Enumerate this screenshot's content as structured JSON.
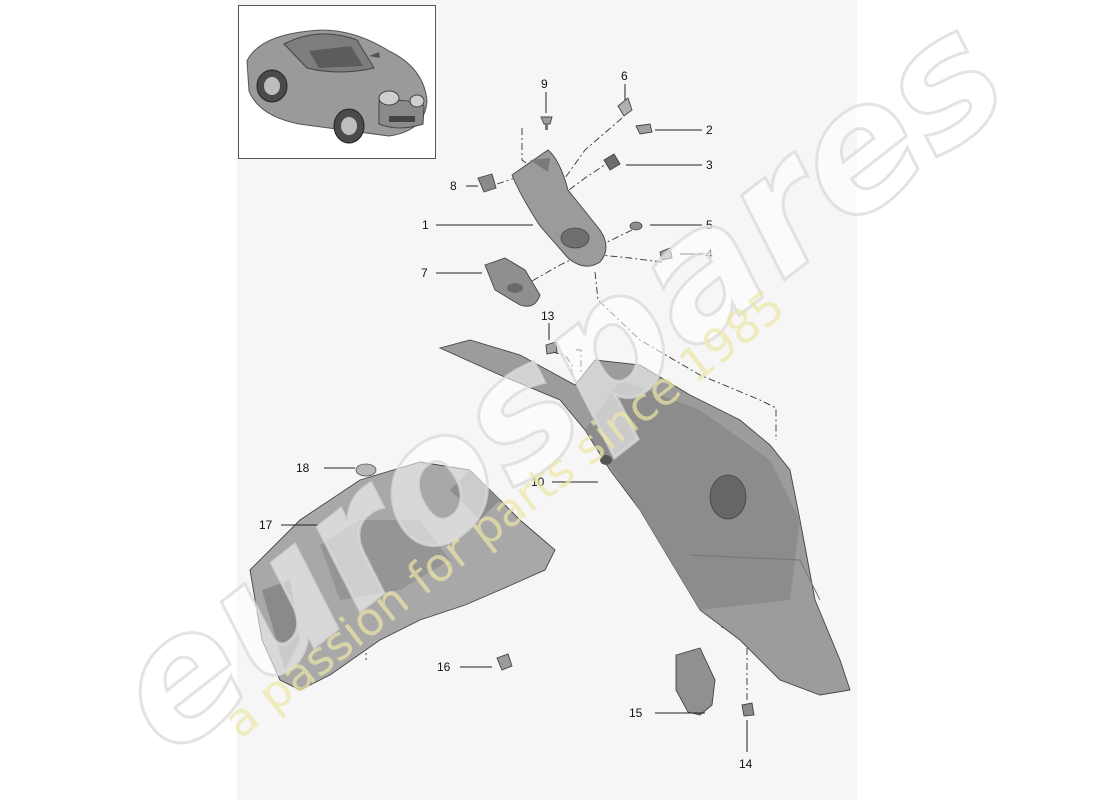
{
  "thumbnail": {
    "icon": "car-icon"
  },
  "watermark": {
    "brand": "eurospares",
    "tagline": "a passion for parts since 1985",
    "brand_color": "#d9d9d9",
    "tagline_color": "#ece7a6"
  },
  "colors": {
    "part_dark": "#8d8d8d",
    "part_mid": "#a6a6a6",
    "part_light": "#c2c2c2"
  },
  "callouts": {
    "c1": "1",
    "c2": "2",
    "c3": "3",
    "c4": "4",
    "c5": "5",
    "c6": "6",
    "c7": "7",
    "c8": "8",
    "c9": "9",
    "c10": "10",
    "c13": "13",
    "c14": "14",
    "c15": "15",
    "c16": "16",
    "c17": "17",
    "c18": "18"
  }
}
